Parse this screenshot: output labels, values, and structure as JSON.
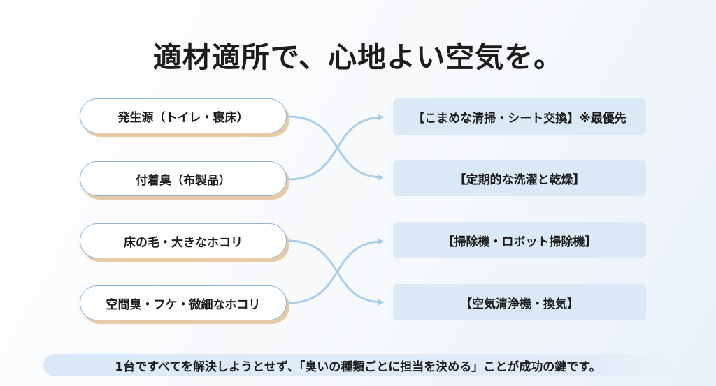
{
  "title": "適材適所で、心地よい空気を。",
  "sources": [
    "発生源（トイレ・寝床）",
    "付着臭（布製品）",
    "床の毛・大きなホコリ",
    "空間臭・フケ・微細なホコリ"
  ],
  "solutions": [
    "【こまめな清掃・シート交換】※最優先",
    "【定期的な洗濯と乾燥】",
    "【掃除機・ロボット掃除機】",
    "【空気清浄機・換気】"
  ],
  "footer": "1台ですべてを解決しようとせず、「臭いの種類ごとに担当を決める」ことが成功の鍵です。",
  "colors": {
    "connector": "#a9cde8",
    "left_border": "#8fb5d8",
    "left_shadow": "#e7c9a6",
    "right_fill": "#dbe8f5"
  }
}
